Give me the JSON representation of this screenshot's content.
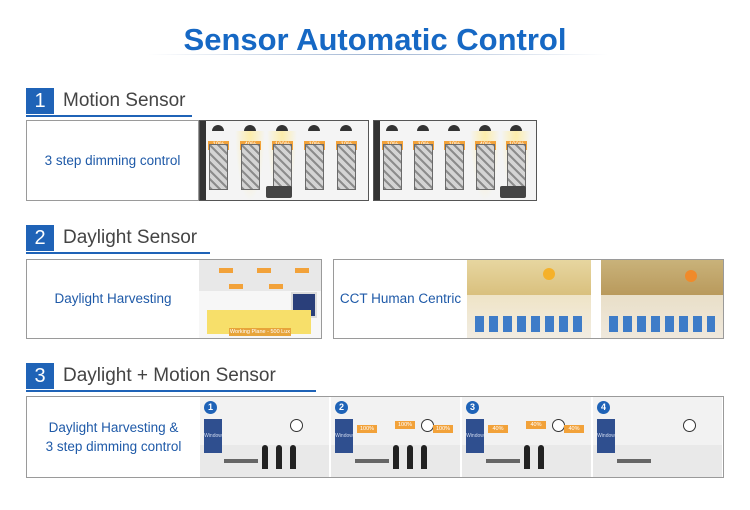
{
  "title": "Sensor Automatic Control",
  "sections": [
    {
      "num": "1",
      "label": "Motion Sensor",
      "text": "3 step dimming control",
      "scene_a_levels": [
        "10%",
        "40%",
        "100%",
        "10%",
        "10%"
      ],
      "scene_b_levels": [
        "10%",
        "10%",
        "10%",
        "40%",
        "100%"
      ]
    },
    {
      "num": "2",
      "label": "Daylight Sensor",
      "text": "Daylight Harvesting",
      "text_b": "CCT Human Centric",
      "room_caption": "Working Plane - 500 Lux"
    },
    {
      "num": "3",
      "label": "Daylight + Motion Sensor",
      "text_lines": [
        "Daylight Harvesting &",
        "3 step dimming control"
      ],
      "steps": [
        {
          "n": "1",
          "levels": []
        },
        {
          "n": "2",
          "levels": [
            "100%",
            "100%",
            "100%"
          ]
        },
        {
          "n": "3",
          "levels": [
            "40%",
            "40%",
            "40%"
          ]
        },
        {
          "n": "4",
          "levels": []
        }
      ],
      "window_label": "Window"
    }
  ],
  "colors": {
    "accent": "#1f63b7",
    "text_blue": "#1f5aa8",
    "badge": "#f2a23a"
  }
}
